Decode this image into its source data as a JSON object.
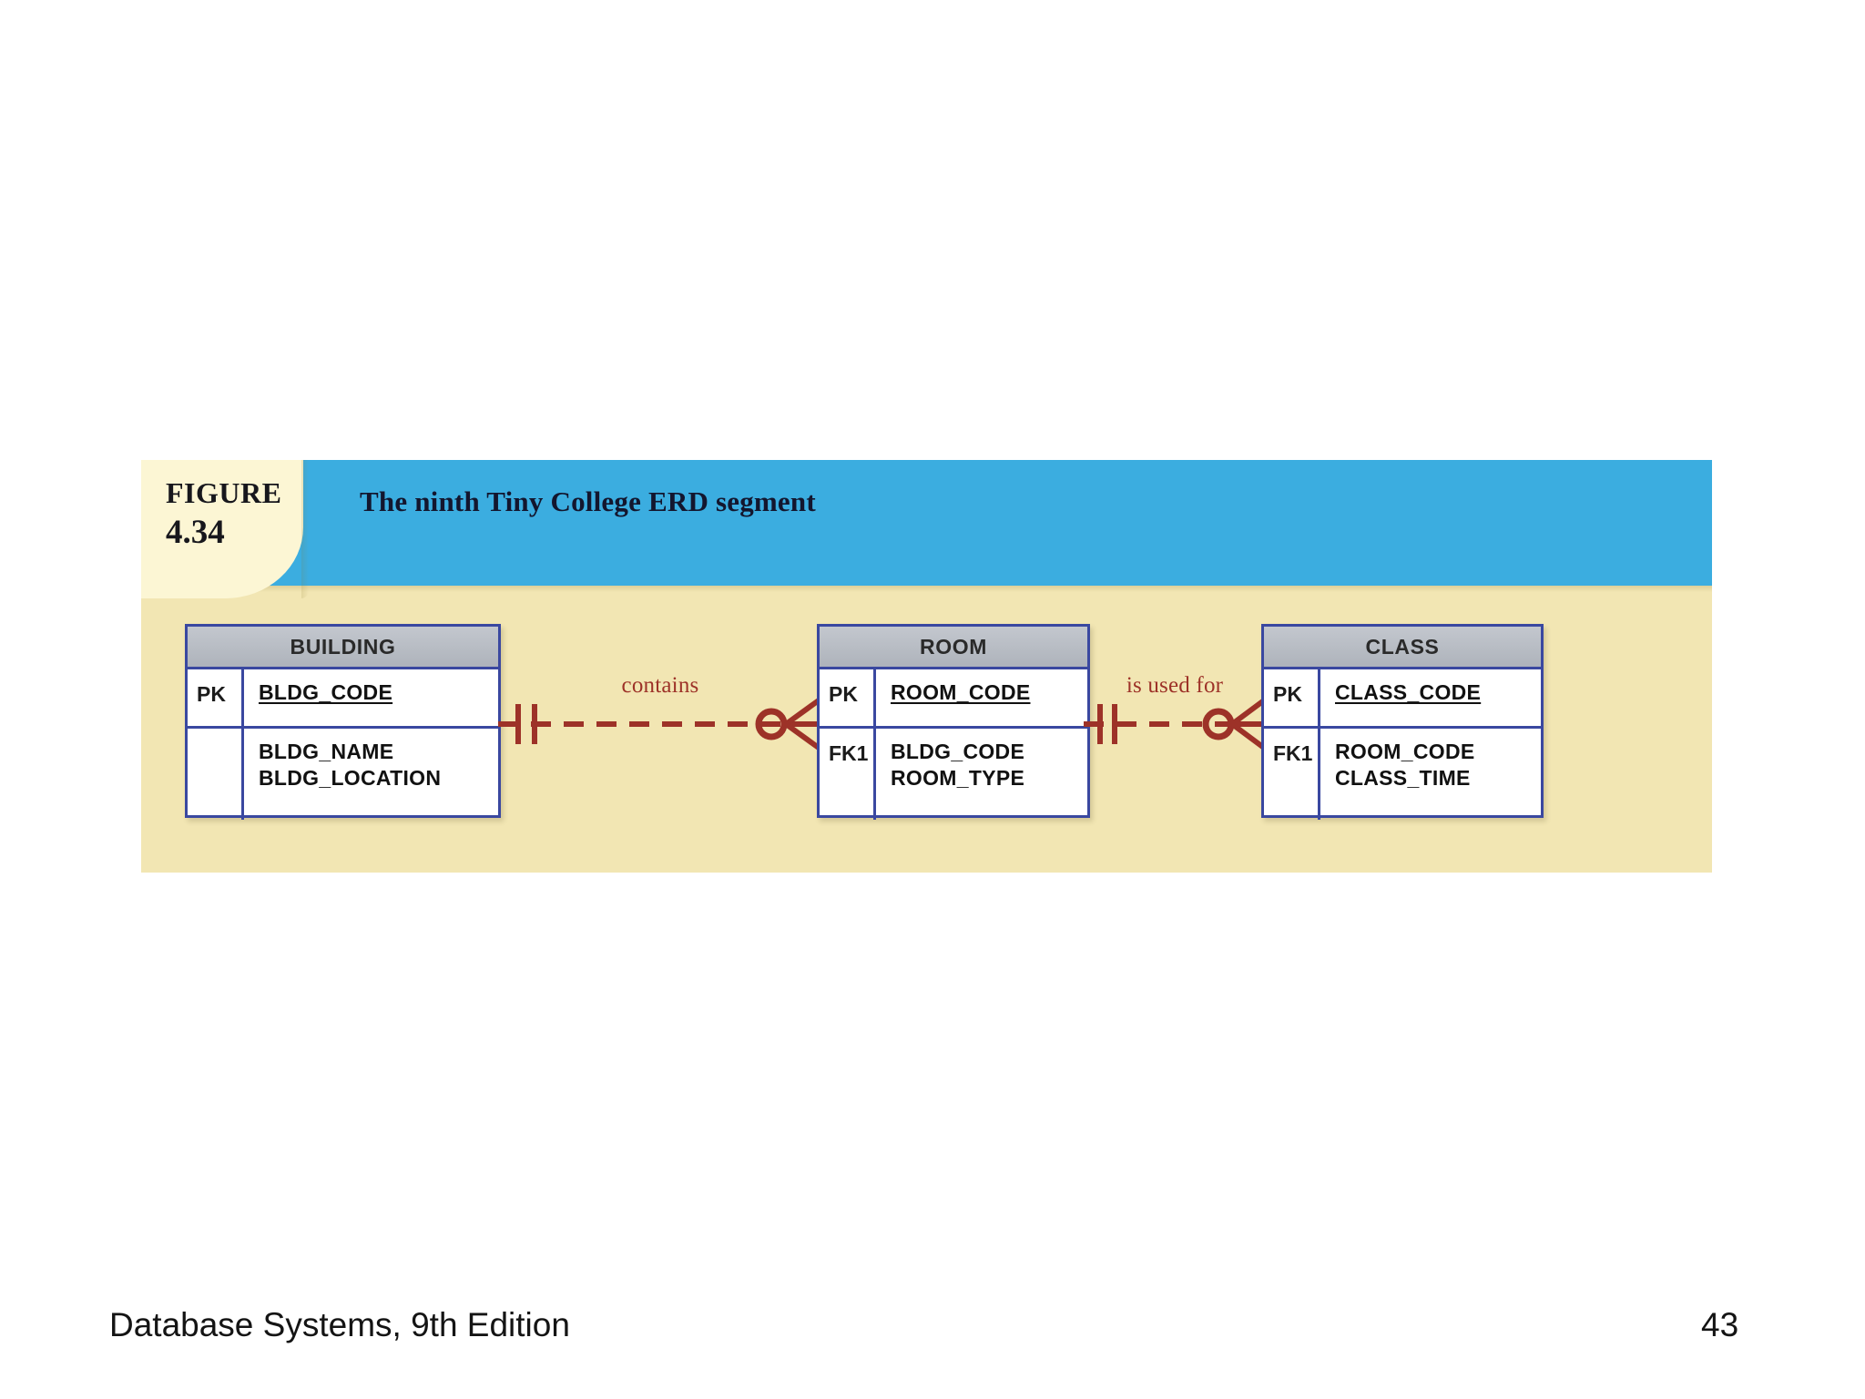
{
  "slide": {
    "footer_title": "Database Systems, 9th Edition",
    "page_number": "43"
  },
  "figure": {
    "label_word": "FIGURE",
    "label_number": "4.34",
    "caption": "The ninth Tiny College ERD segment",
    "colors": {
      "title_bar": "#3bade0",
      "panel_background": "#f2e6b3",
      "tab_background": "#fcf6d4",
      "entity_border": "#3a48a0",
      "entity_header": "#b4b8bf",
      "relationship_line": "#9d3228",
      "caption_text": "#13162e"
    }
  },
  "chart_data": {
    "type": "diagram",
    "notation": "Crow's Foot ERD (Chen/IE relational schema)",
    "title": "The ninth Tiny College ERD segment",
    "entities": [
      {
        "name": "BUILDING",
        "attributes": [
          {
            "key": "PK",
            "names": [
              "BLDG_CODE"
            ],
            "underlined": true
          },
          {
            "key": "",
            "names": [
              "BLDG_NAME",
              "BLDG_LOCATION"
            ],
            "underlined": false
          }
        ]
      },
      {
        "name": "ROOM",
        "attributes": [
          {
            "key": "PK",
            "names": [
              "ROOM_CODE"
            ],
            "underlined": true
          },
          {
            "key": "FK1",
            "names": [
              "BLDG_CODE",
              "ROOM_TYPE"
            ],
            "underlined": false
          }
        ]
      },
      {
        "name": "CLASS",
        "attributes": [
          {
            "key": "PK",
            "names": [
              "CLASS_CODE"
            ],
            "underlined": true
          },
          {
            "key": "FK1",
            "names": [
              "ROOM_CODE",
              "CLASS_TIME"
            ],
            "underlined": false
          }
        ]
      }
    ],
    "relationships": [
      {
        "label": "contains",
        "from": "BUILDING",
        "to": "ROOM",
        "line_style": "dashed",
        "relationship_type": "non-identifying",
        "from_cardinality": "one and only one (||)",
        "to_cardinality": "zero or many (0<)"
      },
      {
        "label": "is used for",
        "from": "ROOM",
        "to": "CLASS",
        "line_style": "dashed",
        "relationship_type": "non-identifying",
        "from_cardinality": "one and only one (||)",
        "to_cardinality": "zero or many (0<)"
      }
    ]
  }
}
